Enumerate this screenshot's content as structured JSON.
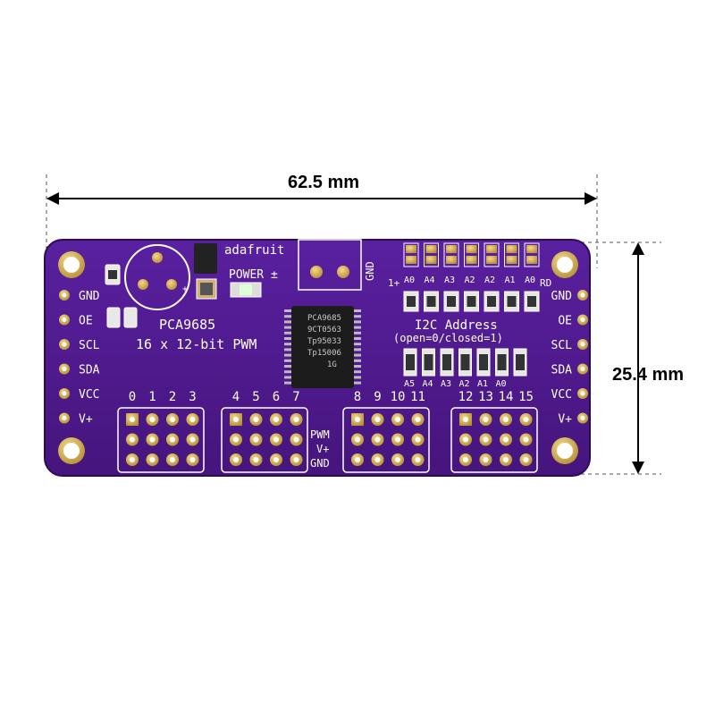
{
  "dimensions": {
    "width_label": "62.5 mm",
    "height_label": "25.4 mm"
  },
  "board": {
    "brand": "adafruit",
    "title": "PCA9685",
    "subtitle": "16 x 12-bit PWM",
    "power_label": "POWER ±",
    "terminal_label": "GND",
    "chip_lines": [
      "PCA9685",
      "9CT0563",
      "Tp95033",
      "Tp15006",
      "1G"
    ],
    "left_pins": [
      "GND",
      "OE",
      "SCL",
      "SDA",
      "VCC",
      "V+"
    ],
    "right_pins": [
      "GND",
      "OE",
      "SCL",
      "SDA",
      "VCC",
      "V+"
    ],
    "top_jumper_labels": [
      "A0",
      "A4",
      "A3",
      "A2",
      "A2",
      "A1",
      "A0"
    ],
    "top_jumper_prefix": "1+",
    "top_jumper_suffix": "RD",
    "i2c_title": "I2C Address",
    "i2c_subtitle": "(open=0/closed=1)",
    "address_labels": [
      "A5",
      "A4",
      "A3",
      "A2",
      "A1",
      "A0"
    ],
    "channel_numbers": [
      "0",
      "1",
      "2",
      "3",
      "4",
      "5",
      "6",
      "7",
      "8",
      "9",
      "10",
      "11",
      "12",
      "13",
      "14",
      "15"
    ],
    "header_legend": [
      "PWM",
      "V+",
      "GND"
    ]
  },
  "colors": {
    "pcb": "#4e1a8a",
    "pad": "#c9a24a",
    "silk": "#ffffff"
  }
}
